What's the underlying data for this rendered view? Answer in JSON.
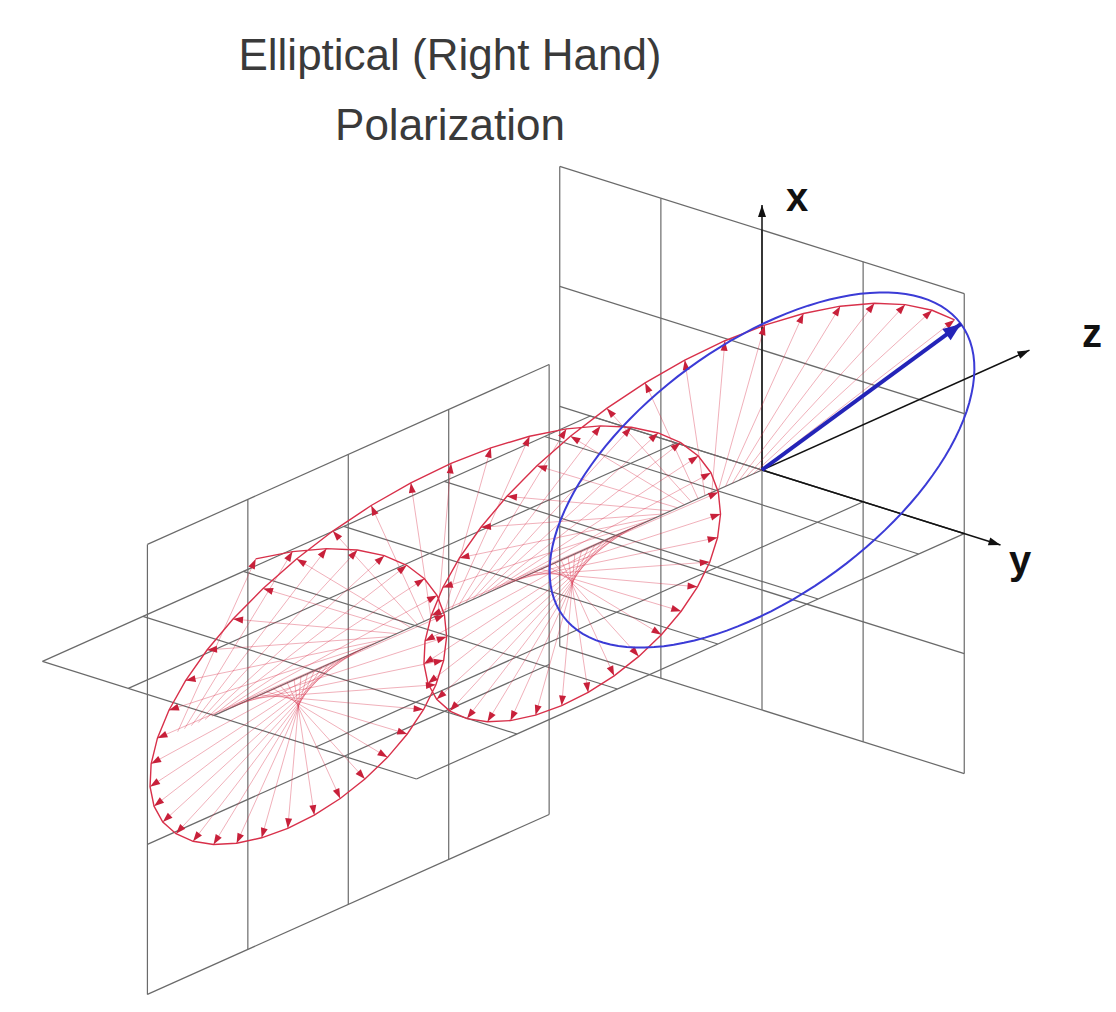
{
  "diagram": {
    "title": "Elliptical (Right Hand) Polarization",
    "labels": [
      "x",
      "z",
      "y"
    ]
  }
}
